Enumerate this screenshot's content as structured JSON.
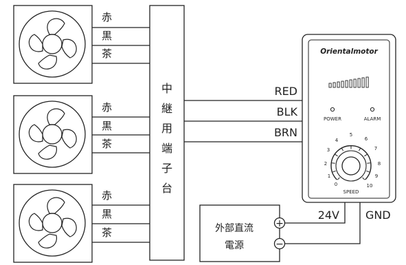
{
  "fans": [
    {
      "wires": [
        "赤",
        "黒",
        "茶"
      ]
    },
    {
      "wires": [
        "赤",
        "黒",
        "茶"
      ]
    },
    {
      "wires": [
        "赤",
        "黒",
        "茶"
      ]
    }
  ],
  "terminal_block": {
    "chars": [
      "中",
      "継",
      "用",
      "端",
      "子",
      "台"
    ]
  },
  "controller_wires": [
    "RED",
    "BLK",
    "BRN"
  ],
  "controller": {
    "brand": "Orientalmotor",
    "power_label": "POWER",
    "alarm_label": "ALARM",
    "speed_label": "SPEED",
    "dial_numbers": [
      "0",
      "1",
      "2",
      "3",
      "4",
      "5",
      "6",
      "7",
      "8",
      "9",
      "10"
    ]
  },
  "power_supply": {
    "line1": "外部直流",
    "line2": "電源",
    "plus_symbol": "+",
    "minus_symbol": "−",
    "voltage_label": "24V",
    "gnd_label": "GND"
  }
}
